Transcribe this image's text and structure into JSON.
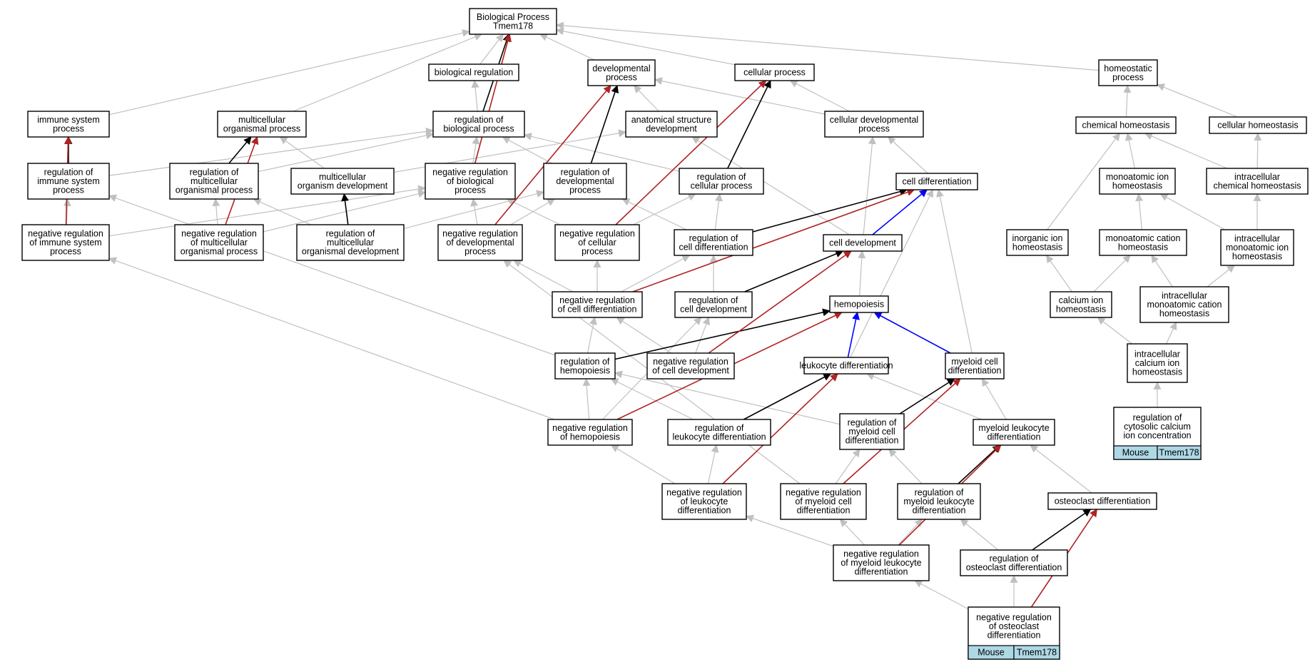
{
  "title": "Biological Process Tmem178",
  "colors": {
    "is_a": "#c0c0c0",
    "part_of": "#000000",
    "negatively_regulates": "#b22222",
    "positively_regulates": "#0000ff",
    "badge": "#add8e6"
  },
  "nodes": [
    {
      "id": "root",
      "lines": [
        "Biological Process",
        "Tmem178"
      ]
    },
    {
      "id": "bioreg",
      "lines": [
        "biological regulation"
      ]
    },
    {
      "id": "devproc",
      "lines": [
        "developmental",
        "process"
      ]
    },
    {
      "id": "cellproc",
      "lines": [
        "cellular process"
      ]
    },
    {
      "id": "homeoproc",
      "lines": [
        "homeostatic",
        "process"
      ]
    },
    {
      "id": "immsys",
      "lines": [
        "immune system",
        "process"
      ]
    },
    {
      "id": "multorg",
      "lines": [
        "multicellular",
        "organismal process"
      ]
    },
    {
      "id": "regbio",
      "lines": [
        "regulation of",
        "biological process"
      ]
    },
    {
      "id": "anatdev",
      "lines": [
        "anatomical structure",
        "development"
      ]
    },
    {
      "id": "celldevproc",
      "lines": [
        "cellular developmental",
        "process"
      ]
    },
    {
      "id": "chemhomeo",
      "lines": [
        "chemical homeostasis"
      ]
    },
    {
      "id": "cellhomeo",
      "lines": [
        "cellular homeostasis"
      ]
    },
    {
      "id": "regimm",
      "lines": [
        "regulation of",
        "immune system",
        "process"
      ]
    },
    {
      "id": "regmult",
      "lines": [
        "regulation of",
        "multicellular",
        "organismal process"
      ]
    },
    {
      "id": "multdev",
      "lines": [
        "multicellular",
        "organism development"
      ]
    },
    {
      "id": "negregbio",
      "lines": [
        "negative regulation",
        "of biological",
        "process"
      ]
    },
    {
      "id": "regdevproc",
      "lines": [
        "regulation of",
        "developmental",
        "process"
      ]
    },
    {
      "id": "regcellproc",
      "lines": [
        "regulation of",
        "cellular process"
      ]
    },
    {
      "id": "celldiff",
      "lines": [
        "cell differentiation"
      ]
    },
    {
      "id": "monoion",
      "lines": [
        "monoatomic ion",
        "homeostasis"
      ]
    },
    {
      "id": "intrachem",
      "lines": [
        "intracellular",
        "chemical homeostasis"
      ]
    },
    {
      "id": "negregimm",
      "lines": [
        "negative regulation",
        "of immune system",
        "process"
      ]
    },
    {
      "id": "negregmult",
      "lines": [
        "negative regulation",
        "of multicellular",
        "organismal process"
      ]
    },
    {
      "id": "regmultdev",
      "lines": [
        "regulation of",
        "multicellular",
        "organismal development"
      ]
    },
    {
      "id": "negregdev",
      "lines": [
        "negative regulation",
        "of developmental",
        "process"
      ]
    },
    {
      "id": "negregcell",
      "lines": [
        "negative regulation",
        "of cellular",
        "process"
      ]
    },
    {
      "id": "regcelldiff",
      "lines": [
        "regulation of",
        "cell differentiation"
      ]
    },
    {
      "id": "celldev",
      "lines": [
        "cell development"
      ]
    },
    {
      "id": "inorgion",
      "lines": [
        "inorganic ion",
        "homeostasis"
      ]
    },
    {
      "id": "monocation",
      "lines": [
        "monoatomic cation",
        "homeostasis"
      ]
    },
    {
      "id": "intramono",
      "lines": [
        "intracellular",
        "monoatomic ion",
        "homeostasis"
      ]
    },
    {
      "id": "negregcelldiff",
      "lines": [
        "negative regulation",
        "of cell differentiation"
      ]
    },
    {
      "id": "regcelldev",
      "lines": [
        "regulation of",
        "cell development"
      ]
    },
    {
      "id": "hemo",
      "lines": [
        "hemopoiesis"
      ]
    },
    {
      "id": "calcium",
      "lines": [
        "calcium ion",
        "homeostasis"
      ]
    },
    {
      "id": "intramonocation",
      "lines": [
        "intracellular",
        "monoatomic cation",
        "homeostasis"
      ]
    },
    {
      "id": "reghemo",
      "lines": [
        "regulation of",
        "hemopoiesis"
      ]
    },
    {
      "id": "negregcelldev",
      "lines": [
        "negative regulation",
        "of cell development"
      ]
    },
    {
      "id": "leukdiff",
      "lines": [
        "leukocyte differentiation"
      ]
    },
    {
      "id": "myeloiddiff",
      "lines": [
        "myeloid cell",
        "differentiation"
      ]
    },
    {
      "id": "intracalcium",
      "lines": [
        "intracellular",
        "calcium ion",
        "homeostasis"
      ]
    },
    {
      "id": "negreghemo",
      "lines": [
        "negative regulation",
        "of hemopoiesis"
      ]
    },
    {
      "id": "regleuk",
      "lines": [
        "regulation of",
        "leukocyte differentiation"
      ]
    },
    {
      "id": "regmyeloid",
      "lines": [
        "regulation of",
        "myeloid cell",
        "differentiation"
      ]
    },
    {
      "id": "myeloidleuk",
      "lines": [
        "myeloid leukocyte",
        "differentiation"
      ]
    },
    {
      "id": "regcytosolic",
      "lines": [
        "regulation of",
        "cytosolic calcium",
        "ion concentration"
      ],
      "badge": [
        "Mouse",
        "Tmem178"
      ]
    },
    {
      "id": "negregleuk",
      "lines": [
        "negative regulation",
        "of leukocyte",
        "differentiation"
      ]
    },
    {
      "id": "negregmyeloid",
      "lines": [
        "negative regulation",
        "of myeloid cell",
        "differentiation"
      ]
    },
    {
      "id": "regmyeloidleuk",
      "lines": [
        "regulation of",
        "myeloid leukocyte",
        "differentiation"
      ]
    },
    {
      "id": "osteodiff",
      "lines": [
        "osteoclast differentiation"
      ]
    },
    {
      "id": "negregmyeloidleuk",
      "lines": [
        "negative regulation",
        "of myeloid leukocyte",
        "differentiation"
      ]
    },
    {
      "id": "regosteo",
      "lines": [
        "regulation of",
        "osteoclast differentiation"
      ]
    },
    {
      "id": "negregosteo",
      "lines": [
        "negative regulation",
        "of osteoclast",
        "differentiation"
      ],
      "badge": [
        "Mouse",
        "Tmem178"
      ]
    }
  ],
  "edges": [
    {
      "from": "bioreg",
      "to": "root",
      "type": "is_a"
    },
    {
      "from": "devproc",
      "to": "root",
      "type": "is_a"
    },
    {
      "from": "cellproc",
      "to": "root",
      "type": "is_a"
    },
    {
      "from": "homeoproc",
      "to": "root",
      "type": "is_a"
    },
    {
      "from": "immsys",
      "to": "root",
      "type": "is_a"
    },
    {
      "from": "multorg",
      "to": "root",
      "type": "is_a"
    },
    {
      "from": "regbio",
      "to": "root",
      "type": "part_of"
    },
    {
      "from": "negregbio",
      "to": "root",
      "type": "negatively_regulates"
    },
    {
      "from": "regbio",
      "to": "bioreg",
      "type": "is_a"
    },
    {
      "from": "anatdev",
      "to": "devproc",
      "type": "is_a"
    },
    {
      "from": "celldevproc",
      "to": "devproc",
      "type": "is_a"
    },
    {
      "from": "regdevproc",
      "to": "devproc",
      "type": "part_of"
    },
    {
      "from": "negregdev",
      "to": "devproc",
      "type": "negatively_regulates"
    },
    {
      "from": "celldevproc",
      "to": "cellproc",
      "type": "is_a"
    },
    {
      "from": "regcellproc",
      "to": "cellproc",
      "type": "part_of"
    },
    {
      "from": "negregcell",
      "to": "cellproc",
      "type": "negatively_regulates"
    },
    {
      "from": "chemhomeo",
      "to": "homeoproc",
      "type": "is_a"
    },
    {
      "from": "cellhomeo",
      "to": "homeoproc",
      "type": "is_a"
    },
    {
      "from": "regimm",
      "to": "immsys",
      "type": "part_of"
    },
    {
      "from": "negregimm",
      "to": "immsys",
      "type": "negatively_regulates"
    },
    {
      "from": "regmult",
      "to": "multorg",
      "type": "part_of"
    },
    {
      "from": "multdev",
      "to": "multorg",
      "type": "is_a"
    },
    {
      "from": "negregmult",
      "to": "multorg",
      "type": "negatively_regulates"
    },
    {
      "from": "regimm",
      "to": "regbio",
      "type": "is_a"
    },
    {
      "from": "regmult",
      "to": "regbio",
      "type": "is_a"
    },
    {
      "from": "negregbio",
      "to": "regbio",
      "type": "is_a"
    },
    {
      "from": "regdevproc",
      "to": "regbio",
      "type": "is_a"
    },
    {
      "from": "regcellproc",
      "to": "regbio",
      "type": "is_a"
    },
    {
      "from": "multdev",
      "to": "anatdev",
      "type": "is_a"
    },
    {
      "from": "celldev",
      "to": "anatdev",
      "type": "is_a"
    },
    {
      "from": "celldiff",
      "to": "celldevproc",
      "type": "is_a"
    },
    {
      "from": "celldev",
      "to": "celldevproc",
      "type": "is_a"
    },
    {
      "from": "monoion",
      "to": "chemhomeo",
      "type": "is_a"
    },
    {
      "from": "intrachem",
      "to": "chemhomeo",
      "type": "is_a"
    },
    {
      "from": "inorgion",
      "to": "chemhomeo",
      "type": "is_a"
    },
    {
      "from": "intrachem",
      "to": "cellhomeo",
      "type": "is_a"
    },
    {
      "from": "negregimm",
      "to": "regimm",
      "type": "is_a"
    },
    {
      "from": "reghemo",
      "to": "regimm",
      "type": "is_a"
    },
    {
      "from": "negregmult",
      "to": "regmult",
      "type": "is_a"
    },
    {
      "from": "regmultdev",
      "to": "regmult",
      "type": "is_a"
    },
    {
      "from": "regmultdev",
      "to": "multdev",
      "type": "part_of"
    },
    {
      "from": "negregimm",
      "to": "negregbio",
      "type": "is_a"
    },
    {
      "from": "negregmult",
      "to": "negregbio",
      "type": "is_a"
    },
    {
      "from": "negregdev",
      "to": "negregbio",
      "type": "is_a"
    },
    {
      "from": "negregcell",
      "to": "negregbio",
      "type": "is_a"
    },
    {
      "from": "regmultdev",
      "to": "regdevproc",
      "type": "is_a"
    },
    {
      "from": "negregdev",
      "to": "regdevproc",
      "type": "is_a"
    },
    {
      "from": "regcelldiff",
      "to": "regdevproc",
      "type": "is_a"
    },
    {
      "from": "negregcell",
      "to": "regcellproc",
      "type": "is_a"
    },
    {
      "from": "regcelldiff",
      "to": "regcellproc",
      "type": "is_a"
    },
    {
      "from": "regcelldiff",
      "to": "celldiff",
      "type": "part_of"
    },
    {
      "from": "celldev",
      "to": "celldiff",
      "type": "positively_regulates"
    },
    {
      "from": "negregcelldiff",
      "to": "celldiff",
      "type": "negatively_regulates"
    },
    {
      "from": "leukdiff",
      "to": "celldiff",
      "type": "is_a"
    },
    {
      "from": "myeloiddiff",
      "to": "celldiff",
      "type": "is_a"
    },
    {
      "from": "monocation",
      "to": "monoion",
      "type": "is_a"
    },
    {
      "from": "intramono",
      "to": "monoion",
      "type": "is_a"
    },
    {
      "from": "intramono",
      "to": "intrachem",
      "type": "is_a"
    },
    {
      "from": "negreghemo",
      "to": "negregimm",
      "type": "is_a"
    },
    {
      "from": "negregmyeloid",
      "to": "negregdev",
      "type": "is_a"
    },
    {
      "from": "negregcelldiff",
      "to": "negregdev",
      "type": "is_a"
    },
    {
      "from": "negregcelldiff",
      "to": "negregcell",
      "type": "is_a"
    },
    {
      "from": "negregcelldiff",
      "to": "regcelldiff",
      "type": "is_a"
    },
    {
      "from": "regcelldev",
      "to": "regcelldiff",
      "type": "is_a"
    },
    {
      "from": "regcelldev",
      "to": "celldev",
      "type": "part_of"
    },
    {
      "from": "negregcelldev",
      "to": "celldev",
      "type": "negatively_regulates"
    },
    {
      "from": "hemo",
      "to": "celldev",
      "type": "is_a"
    },
    {
      "from": "calcium",
      "to": "inorgion",
      "type": "is_a"
    },
    {
      "from": "calcium",
      "to": "monocation",
      "type": "is_a"
    },
    {
      "from": "intramonocation",
      "to": "monocation",
      "type": "is_a"
    },
    {
      "from": "intramonocation",
      "to": "intramono",
      "type": "is_a"
    },
    {
      "from": "reghemo",
      "to": "negregcelldiff",
      "type": "is_a"
    },
    {
      "from": "negregcelldev",
      "to": "negregcelldiff",
      "type": "is_a"
    },
    {
      "from": "negregcelldev",
      "to": "regcelldev",
      "type": "is_a"
    },
    {
      "from": "negreghemo",
      "to": "regcelldev",
      "type": "is_a"
    },
    {
      "from": "reghemo",
      "to": "hemo",
      "type": "part_of"
    },
    {
      "from": "negreghemo",
      "to": "hemo",
      "type": "negatively_regulates"
    },
    {
      "from": "leukdiff",
      "to": "hemo",
      "type": "positively_regulates"
    },
    {
      "from": "myeloiddiff",
      "to": "hemo",
      "type": "positively_regulates"
    },
    {
      "from": "intracalcium",
      "to": "calcium",
      "type": "is_a"
    },
    {
      "from": "intracalcium",
      "to": "intramonocation",
      "type": "is_a"
    },
    {
      "from": "negreghemo",
      "to": "reghemo",
      "type": "is_a"
    },
    {
      "from": "regleuk",
      "to": "reghemo",
      "type": "is_a"
    },
    {
      "from": "regmyeloid",
      "to": "reghemo",
      "type": "is_a"
    },
    {
      "from": "regleuk",
      "to": "leukdiff",
      "type": "part_of"
    },
    {
      "from": "negregleuk",
      "to": "leukdiff",
      "type": "negatively_regulates"
    },
    {
      "from": "myeloidleuk",
      "to": "leukdiff",
      "type": "is_a"
    },
    {
      "from": "regmyeloid",
      "to": "myeloiddiff",
      "type": "part_of"
    },
    {
      "from": "negregmyeloid",
      "to": "myeloiddiff",
      "type": "negatively_regulates"
    },
    {
      "from": "myeloidleuk",
      "to": "myeloiddiff",
      "type": "is_a"
    },
    {
      "from": "regcytosolic",
      "to": "intracalcium",
      "type": "is_a"
    },
    {
      "from": "negregleuk",
      "to": "negreghemo",
      "type": "is_a"
    },
    {
      "from": "negregleuk",
      "to": "regleuk",
      "type": "is_a"
    },
    {
      "from": "negregmyeloid",
      "to": "regmyeloid",
      "type": "is_a"
    },
    {
      "from": "regmyeloidleuk",
      "to": "regmyeloid",
      "type": "is_a"
    },
    {
      "from": "regmyeloidleuk",
      "to": "myeloidleuk",
      "type": "part_of"
    },
    {
      "from": "negregmyeloidleuk",
      "to": "myeloidleuk",
      "type": "negatively_regulates"
    },
    {
      "from": "osteodiff",
      "to": "myeloidleuk",
      "type": "is_a"
    },
    {
      "from": "negregmyeloidleuk",
      "to": "negregleuk",
      "type": "is_a"
    },
    {
      "from": "negregmyeloidleuk",
      "to": "negregmyeloid",
      "type": "is_a"
    },
    {
      "from": "negregmyeloidleuk",
      "to": "regmyeloidleuk",
      "type": "is_a"
    },
    {
      "from": "regosteo",
      "to": "regmyeloidleuk",
      "type": "is_a"
    },
    {
      "from": "regosteo",
      "to": "osteodiff",
      "type": "part_of"
    },
    {
      "from": "negregosteo",
      "to": "osteodiff",
      "type": "negatively_regulates"
    },
    {
      "from": "negregosteo",
      "to": "negregmyeloidleuk",
      "type": "is_a"
    },
    {
      "from": "negregosteo",
      "to": "regosteo",
      "type": "is_a"
    }
  ]
}
